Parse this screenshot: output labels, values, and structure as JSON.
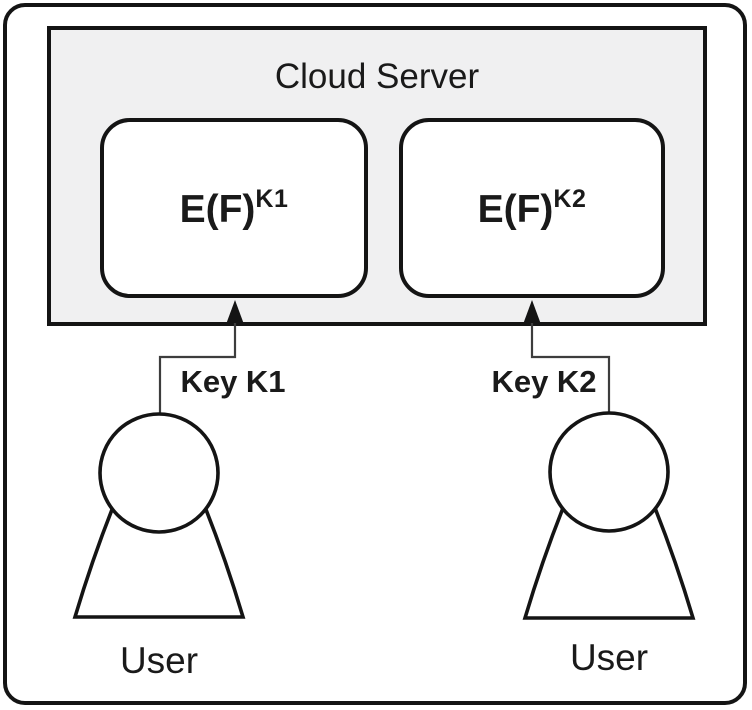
{
  "diagram": {
    "title": "Cloud Server",
    "encrypted_files": [
      {
        "base": "E(F)",
        "sup": "K1"
      },
      {
        "base": "E(F)",
        "sup": "K2"
      }
    ],
    "keys": [
      {
        "label": "Key K1"
      },
      {
        "label": "Key K2"
      }
    ],
    "users": [
      {
        "label": "User"
      },
      {
        "label": "User"
      }
    ],
    "icons": {
      "arrow_up": "arrow-up-icon",
      "user": "person-silhouette-icon"
    },
    "colors": {
      "outline": "#141414",
      "text": "#1a1a1a",
      "server_fill": "#f0f0f1",
      "connector": "#3d3d3d",
      "background": "#ffffff"
    }
  }
}
